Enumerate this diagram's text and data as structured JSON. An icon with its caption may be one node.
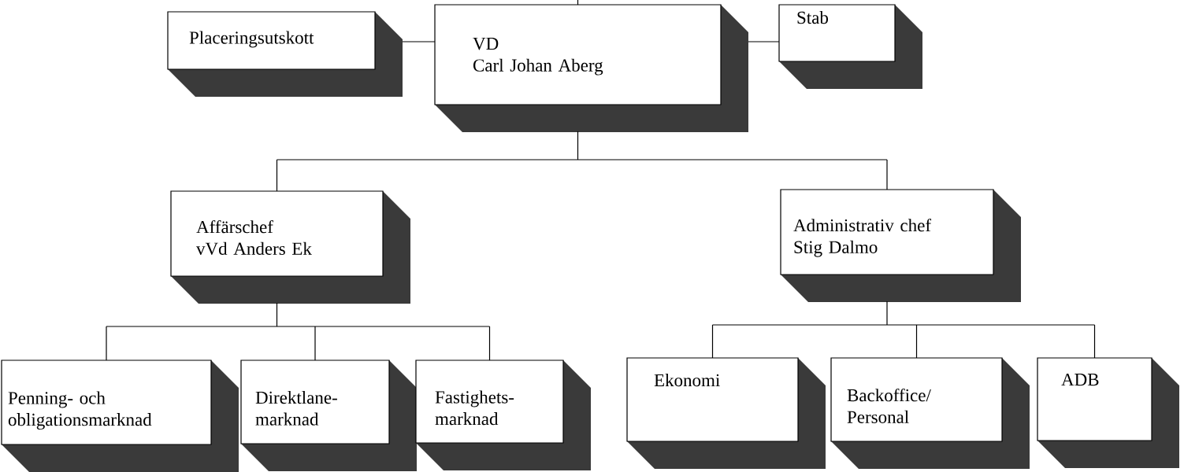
{
  "diagram": {
    "nodes": [
      {
        "text": [
          "Placeringsutskott"
        ]
      },
      {
        "text": [
          "VD",
          "Carl Johan Aberg"
        ]
      },
      {
        "text": [
          "Stab"
        ]
      },
      {
        "text": [
          "Affärschef",
          "vVd Anders Ek"
        ]
      },
      {
        "text": [
          "Administrativ chef",
          "Stig Dalmo"
        ]
      },
      {
        "text": [
          "Penning- och obligationsmarknad"
        ]
      },
      {
        "text": [
          "Direktlane- marknad"
        ]
      },
      {
        "text": [
          "Fastighets- marknad"
        ]
      },
      {
        "text": [
          "Ekonomi"
        ]
      },
      {
        "text": [
          "Backoffice/ Personal"
        ]
      },
      {
        "text": [
          "ADB"
        ]
      }
    ],
    "edges": [
      {
        "from": null,
        "to": 1,
        "arrow": "none"
      },
      {
        "from": 0,
        "to": 1,
        "arrow": "none"
      },
      {
        "from": 1,
        "to": 2,
        "arrow": "none"
      },
      {
        "from": 1,
        "to": 3,
        "arrow": "none"
      },
      {
        "from": 1,
        "to": 4,
        "arrow": "none"
      },
      {
        "from": 3,
        "to": 5,
        "arrow": "none"
      },
      {
        "from": 3,
        "to": 6,
        "arrow": "none"
      },
      {
        "from": 3,
        "to": 7,
        "arrow": "none"
      },
      {
        "from": 4,
        "to": 8,
        "arrow": "none"
      },
      {
        "from": 4,
        "to": 9,
        "arrow": "none"
      },
      {
        "from": 4,
        "to": 10,
        "arrow": "none"
      }
    ]
  }
}
